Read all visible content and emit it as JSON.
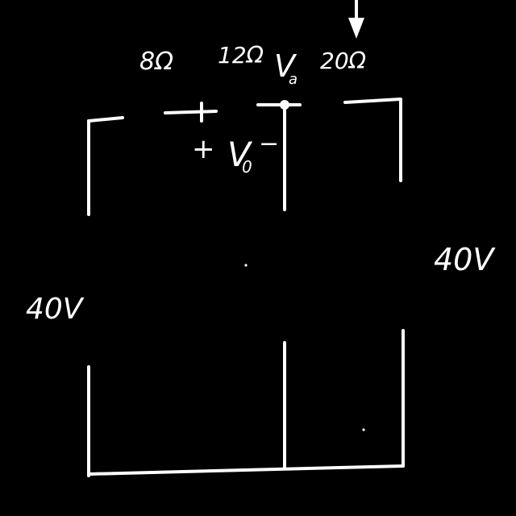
{
  "diagram": {
    "labels": {
      "r1": "8Ω",
      "r2": "12Ω",
      "r3": "20Ω",
      "v_node": "V",
      "v_node_sub": "a",
      "vo_plus": "+",
      "vo": "V",
      "vo_sub": "0",
      "vo_minus": "−",
      "source_left": "40V",
      "source_right": "40V"
    }
  }
}
